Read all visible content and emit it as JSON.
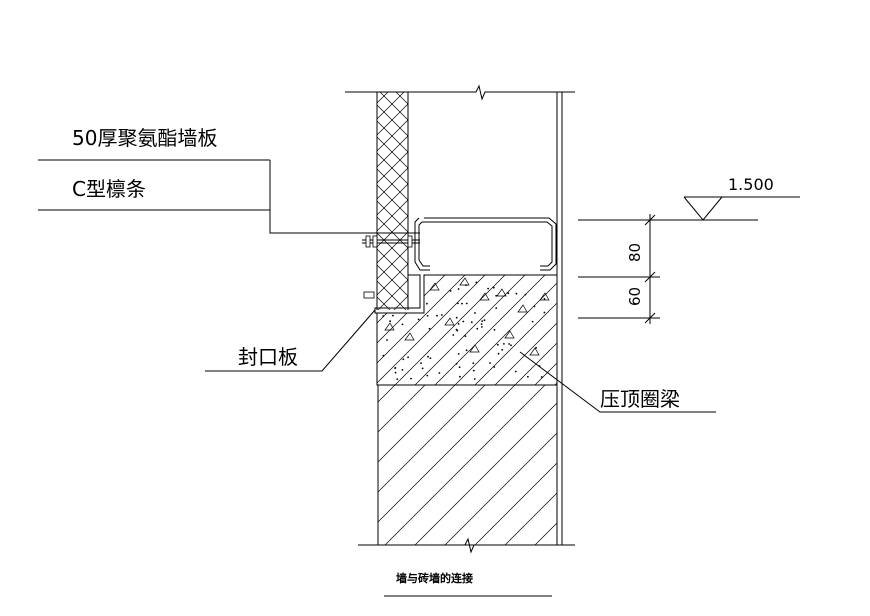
{
  "drawing": {
    "title": "墙与砖墙的连接",
    "labels": {
      "panel": "50厚聚氨酯墙板",
      "purlin": "C型檩条",
      "flashing": "封口板",
      "beam": "压顶圈梁"
    },
    "elevation": "1.500",
    "dimensions": [
      "80",
      "60"
    ]
  }
}
